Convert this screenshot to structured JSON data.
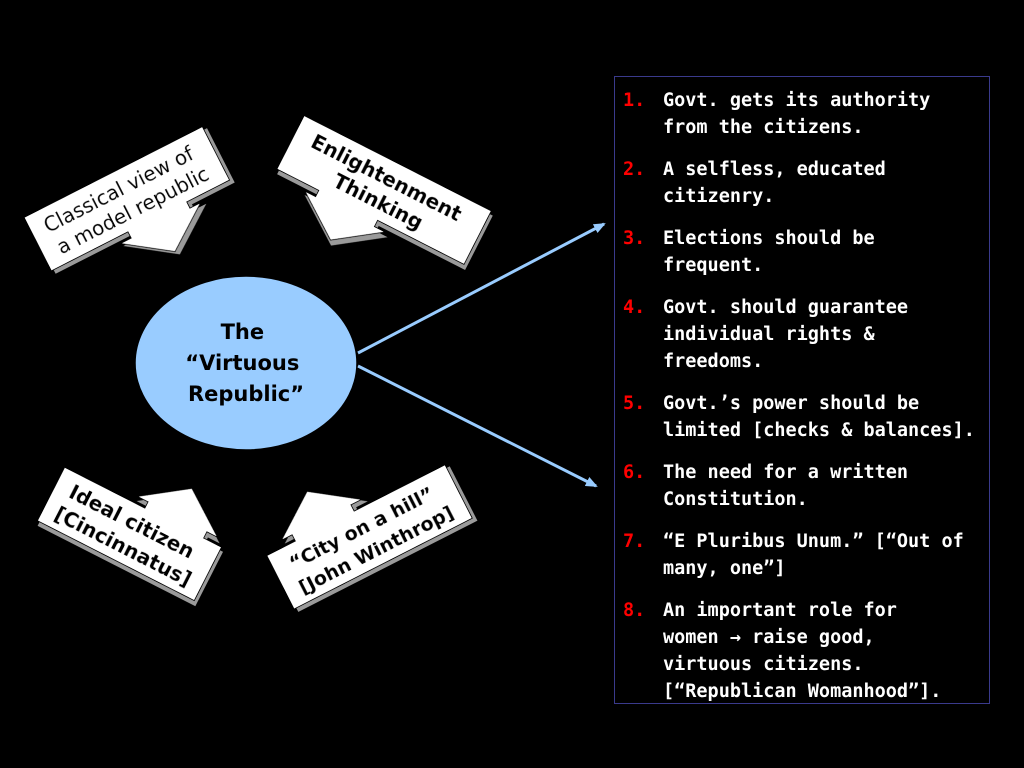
{
  "center": {
    "lines": [
      "The",
      "“Virtuous",
      "Republic”"
    ],
    "fill": "#99ccff"
  },
  "influences": [
    {
      "id": "classical",
      "lines": [
        "Classical view of",
        "a model republic"
      ]
    },
    {
      "id": "enlightenment",
      "lines": [
        "Enlightenment",
        "Thinking"
      ]
    },
    {
      "id": "ideal-citizen",
      "lines": [
        "Ideal citizen",
        "[Cincinnatus]"
      ]
    },
    {
      "id": "city-on-hill",
      "lines": [
        "“City on a hill”",
        "[John Winthrop]"
      ]
    }
  ],
  "principles": [
    {
      "num": "1.",
      "text": "Govt. gets its authority\nfrom the citizens."
    },
    {
      "num": "2.",
      "text": "A selfless, educated\ncitizenry."
    },
    {
      "num": "3.",
      "text": "Elections should be\nfrequent."
    },
    {
      "num": "4.",
      "text": "Govt. should guarantee\nindividual rights &\nfreedoms."
    },
    {
      "num": "5.",
      "text": "Govt.’s power should be\nlimited [checks & balances]."
    },
    {
      "num": "6.",
      "text": "The need for a written\nConstitution."
    },
    {
      "num": "7.",
      "text": "“E Pluribus Unum.” [“Out of\nmany, one”]"
    },
    {
      "num": "8.",
      "text": "An important role for\nwomen → raise good,\nvirtuous citizens.\n[“Republican Womanhood”]."
    }
  ],
  "colors": {
    "background": "#000000",
    "connector": "#99ccff",
    "number": "#ff0000",
    "list_text": "#ffffff",
    "box_border": "#3a3a8c"
  }
}
